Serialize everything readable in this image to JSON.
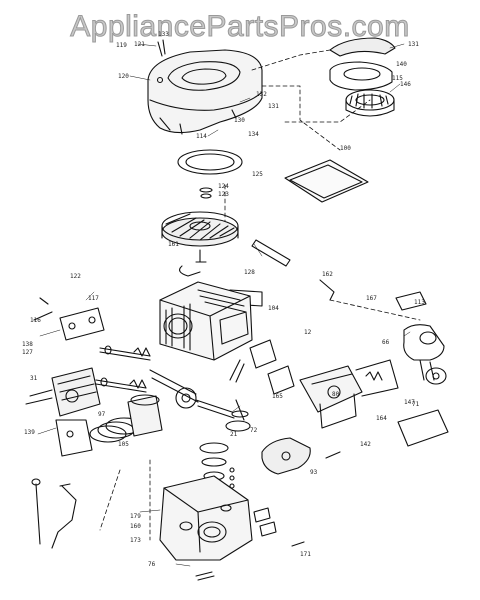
{
  "watermark": {
    "text": "AppliancePartsPros.com"
  },
  "callouts": [
    {
      "id": "c119",
      "text": "119"
    },
    {
      "id": "c121",
      "text": "121"
    },
    {
      "id": "c133",
      "text": "133"
    },
    {
      "id": "c120",
      "text": "120"
    },
    {
      "id": "c140",
      "text": "140"
    },
    {
      "id": "c131a",
      "text": "131"
    },
    {
      "id": "c115",
      "text": "115"
    },
    {
      "id": "c146",
      "text": "146"
    },
    {
      "id": "c132",
      "text": "132"
    },
    {
      "id": "c131b",
      "text": "131"
    },
    {
      "id": "c130",
      "text": "130"
    },
    {
      "id": "c114",
      "text": "114"
    },
    {
      "id": "c134",
      "text": "134"
    },
    {
      "id": "c100",
      "text": "100"
    },
    {
      "id": "c124",
      "text": "124"
    },
    {
      "id": "c123",
      "text": "123"
    },
    {
      "id": "c125",
      "text": "125"
    },
    {
      "id": "c161",
      "text": "161"
    },
    {
      "id": "c128",
      "text": "128"
    },
    {
      "id": "c122",
      "text": "122"
    },
    {
      "id": "c117",
      "text": "117"
    },
    {
      "id": "c116",
      "text": "116"
    },
    {
      "id": "c138",
      "text": "138"
    },
    {
      "id": "c127",
      "text": "127"
    },
    {
      "id": "c104",
      "text": "104"
    },
    {
      "id": "c113",
      "text": "113"
    },
    {
      "id": "c12",
      "text": "12"
    },
    {
      "id": "c31",
      "text": "31"
    },
    {
      "id": "c97",
      "text": "97"
    },
    {
      "id": "c139",
      "text": "139"
    },
    {
      "id": "c105",
      "text": "105"
    },
    {
      "id": "c21",
      "text": "21"
    },
    {
      "id": "c72",
      "text": "72"
    },
    {
      "id": "c165",
      "text": "165"
    },
    {
      "id": "c80",
      "text": "80"
    },
    {
      "id": "c147",
      "text": "147"
    },
    {
      "id": "c179",
      "text": "179"
    },
    {
      "id": "c160",
      "text": "160"
    },
    {
      "id": "c173",
      "text": "173"
    },
    {
      "id": "c76",
      "text": "76"
    },
    {
      "id": "c171",
      "text": "171"
    },
    {
      "id": "c164",
      "text": "164"
    },
    {
      "id": "c142",
      "text": "142"
    },
    {
      "id": "c162",
      "text": "162"
    },
    {
      "id": "c167",
      "text": "167"
    },
    {
      "id": "c71",
      "text": "71"
    },
    {
      "id": "c66",
      "text": "66"
    },
    {
      "id": "c93",
      "text": "93"
    }
  ]
}
